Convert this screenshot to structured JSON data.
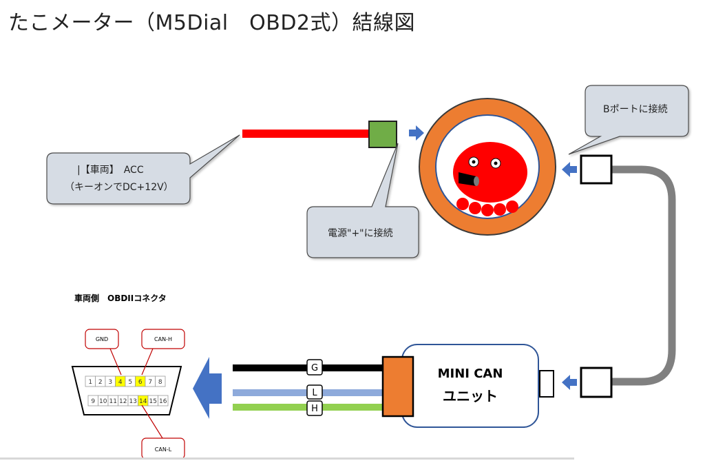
{
  "title": "たこメーター（M5Dial　OBD2式）結線図",
  "callouts": {
    "acc_line1": "|【車両】　ACC",
    "acc_line2": "（キーオンでDC+12V）",
    "power": "電源\"+\"に接続",
    "bport": "Bポートに接続"
  },
  "connector": {
    "heading": "車両側　OBDIIコネクタ",
    "pins_top": [
      "1",
      "2",
      "3",
      "4",
      "5",
      "6",
      "7",
      "8"
    ],
    "pins_bottom": [
      "9",
      "10",
      "11",
      "12",
      "13",
      "14",
      "15",
      "16"
    ],
    "highlight_pins": [
      "4",
      "6",
      "14"
    ],
    "labels": {
      "gnd": "GND",
      "canh": "CAN-H",
      "canl": "CAN-L"
    }
  },
  "wires": {
    "g": "G",
    "l": "L",
    "h": "H"
  },
  "unit": {
    "line1": "MINI CAN",
    "line2": "ユニット"
  },
  "colors": {
    "red_wire": "#ff0000",
    "green_block": "#70ad47",
    "orange": "#ed7d31",
    "callout_fill": "#d6dce4",
    "arrow_blue": "#4472c4",
    "cable_gray": "#808080",
    "wire_l": "#8eaadb",
    "wire_h": "#92d050",
    "pin_highlight": "#ffff00"
  }
}
